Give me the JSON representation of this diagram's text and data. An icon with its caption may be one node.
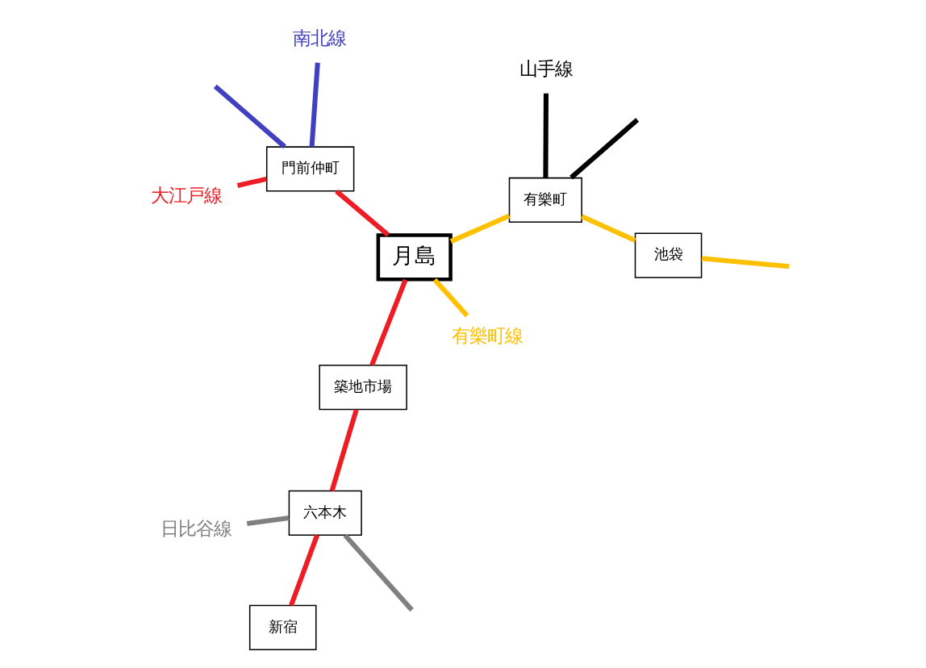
{
  "diagram": {
    "nodes": [
      {
        "text": [
          "大江戸線"
        ]
      },
      {
        "text": [
          "南北線"
        ]
      },
      {
        "text": [
          "門前仲町"
        ]
      },
      {
        "text": [
          "山手線"
        ]
      },
      {
        "text": [
          "池袋"
        ]
      },
      {
        "text": [
          "有樂町"
        ]
      },
      {
        "text": [
          "月島"
        ]
      },
      {
        "text": [
          "有樂町線"
        ]
      },
      {
        "text": [
          "新宿"
        ]
      },
      {
        "text": [
          "築地市場"
        ]
      },
      {
        "text": [
          "六本木"
        ]
      },
      {
        "text": [
          "日比谷線"
        ]
      }
    ],
    "edges": [
      {
        "from": null,
        "to": 4,
        "arrow": "none",
        "color": "#ffc000"
      },
      {
        "from": 4,
        "to": 5,
        "arrow": "none",
        "color": "#ffc000"
      },
      {
        "from": 5,
        "to": 6,
        "arrow": "none",
        "color": "#ffc000"
      },
      {
        "from": 6,
        "to": 7,
        "arrow": "none",
        "color": "#ffc000"
      },
      {
        "from": 3,
        "to": 5,
        "arrow": "none",
        "color": "#000000"
      },
      {
        "from": 5,
        "to": null,
        "arrow": "none",
        "color": "#000000"
      },
      {
        "from": 1,
        "to": 2,
        "arrow": "none",
        "color": "#4040c0"
      },
      {
        "from": 2,
        "to": null,
        "arrow": "none",
        "color": "#4040c0"
      },
      {
        "from": 0,
        "to": 2,
        "arrow": "none",
        "color": "#ee1c25"
      },
      {
        "from": 2,
        "to": 6,
        "arrow": "none",
        "color": "#ee1c25"
      },
      {
        "from": 6,
        "to": 9,
        "arrow": "none",
        "color": "#ee1c25"
      },
      {
        "from": 9,
        "to": 10,
        "arrow": "none",
        "color": "#ee1c25"
      },
      {
        "from": 10,
        "to": 8,
        "arrow": "none",
        "color": "#ee1c25"
      },
      {
        "from": null,
        "to": 10,
        "arrow": "none",
        "color": "#808080"
      },
      {
        "from": 10,
        "to": 11,
        "arrow": "none",
        "color": "#808080"
      }
    ]
  }
}
